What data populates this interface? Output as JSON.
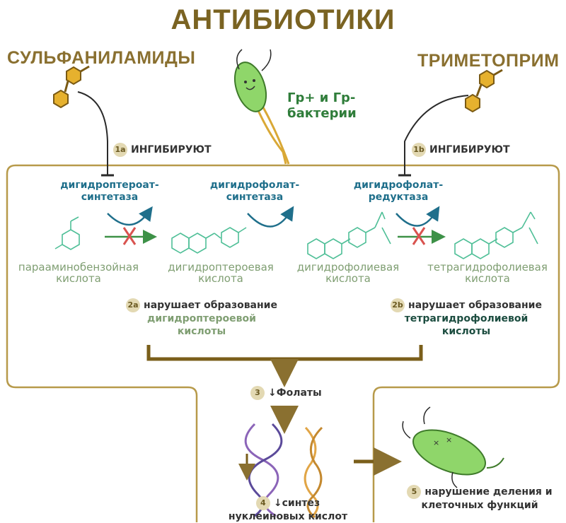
{
  "title": "АНТИБИОТИКИ",
  "drugs": {
    "left": "СУЛЬФАНИЛАМИДЫ",
    "right": "ТРИМЕТОПРИМ"
  },
  "bacteria": {
    "line1": "Гр+ и Гр-",
    "line2": "бактерии"
  },
  "steps": {
    "s1a": {
      "badge": "1a",
      "text": "ИНГИБИРУЮТ"
    },
    "s1b": {
      "badge": "1b",
      "text": "ИНГИБИРУЮТ"
    },
    "s2a": {
      "badge": "2a",
      "line1": "нарушает образование",
      "line2": "дигидроптероевой",
      "line3": "кислоты"
    },
    "s2b": {
      "badge": "2b",
      "line1": "нарушает образование",
      "line2": "тетрагидрофолиевой",
      "line3": "кислоты"
    },
    "s3": {
      "badge": "3",
      "text": "↓Фолаты"
    },
    "s4": {
      "badge": "4",
      "line1": "↓синтез",
      "line2": "нуклеиновых кислот"
    },
    "s5": {
      "badge": "5",
      "line1": "нарушение деления и",
      "line2": "клеточных функций"
    }
  },
  "enzymes": {
    "e1": {
      "line1": "дигидроптероат-",
      "line2": "синтетаза"
    },
    "e2": {
      "line1": "дигидрофолат-",
      "line2": "синтетаза"
    },
    "e3": {
      "line1": "дигидрофолат-",
      "line2": "редуктаза"
    }
  },
  "compounds": {
    "c1": {
      "line1": "парааминобензойная",
      "line2": "кислота"
    },
    "c2": {
      "line1": "дигидроптероевая",
      "line2": "кислота"
    },
    "c3": {
      "line1": "дигидрофолиевая",
      "line2": "кислота"
    },
    "c4": {
      "line1": "тетрагидрофолиевая",
      "line2": "кислота"
    }
  },
  "colors": {
    "gold": "#8a7030",
    "enzyme": "#1f6f8b",
    "compound": "#7f9e72",
    "molecule": "#4fbf97",
    "bacteria": "#7fcf5a",
    "inhibit_x": "#d9534f",
    "reaction_arrow": "#3d9147"
  },
  "icons": [
    "hexagon-molecule-icon",
    "bacterium-icon",
    "dna-helix-icon",
    "inhibit-cross-icon"
  ]
}
